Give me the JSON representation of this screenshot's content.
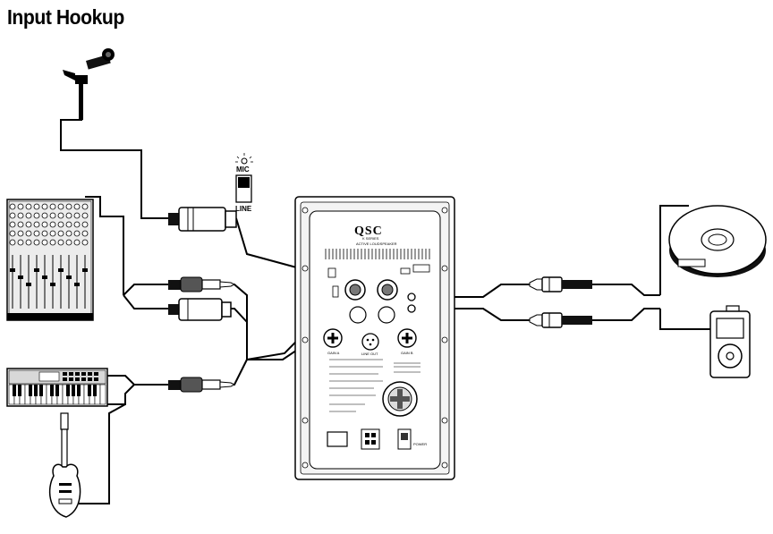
{
  "header": {
    "title": "Input Hookup"
  },
  "switch": {
    "top_label": "MIC",
    "bottom_label": "LINE"
  },
  "speaker_panel": {
    "brand": "QSC",
    "series": "K SERIES",
    "subtitle": "ACTIVE LOUDSPEAKER",
    "gain_a": "GAIN A",
    "gain_b": "GAIN B",
    "line_out": "LINE OUT",
    "power": "POWER"
  }
}
